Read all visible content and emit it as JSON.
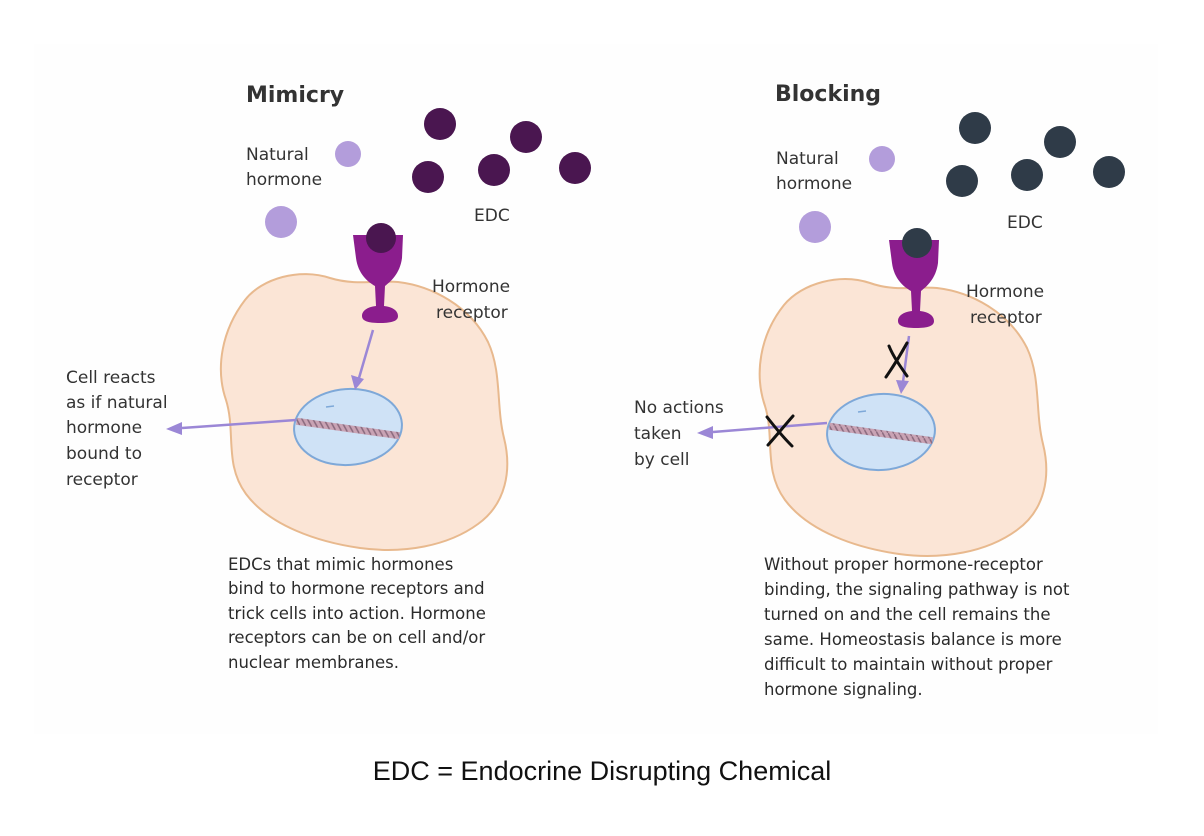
{
  "colors": {
    "cell_fill": "#fbe5d6",
    "cell_stroke": "#e8b98e",
    "nucleus_fill": "#cfe2f6",
    "nucleus_stroke": "#7ea8d8",
    "receptor": "#8b1d8d",
    "natural_hormone": "#b39ddb",
    "edc_mimic": "#4a1650",
    "edc_block": "#2f3b48",
    "arrow": "#9b87d6"
  },
  "panels": [
    {
      "title": "Mimicry",
      "natural_hormone_label": [
        "Natural",
        "hormone"
      ],
      "edc_label": "EDC",
      "receptor_label": [
        "Hormone",
        "receptor"
      ],
      "outcome_label": [
        "Cell reacts",
        "as if natural",
        "hormone",
        "bound to",
        "receptor"
      ],
      "description": [
        "EDCs that mimic hormones",
        "bind to hormone receptors and",
        "trick cells into action. Hormone",
        "receptors can be on cell and/or",
        "nuclear membranes."
      ]
    },
    {
      "title": "Blocking",
      "natural_hormone_label": [
        "Natural",
        "hormone"
      ],
      "edc_label": "EDC",
      "receptor_label": [
        "Hormone",
        "receptor"
      ],
      "outcome_label": [
        "No actions",
        "taken",
        "by cell"
      ],
      "block_mark": "X",
      "description": [
        "Without proper hormone-receptor",
        "binding, the signaling pathway is not",
        "turned on and the cell remains the",
        "same. Homeostasis balance is more",
        "difficult to maintain without proper",
        "hormone signaling."
      ]
    }
  ],
  "caption": "EDC = Endocrine Disrupting Chemical"
}
